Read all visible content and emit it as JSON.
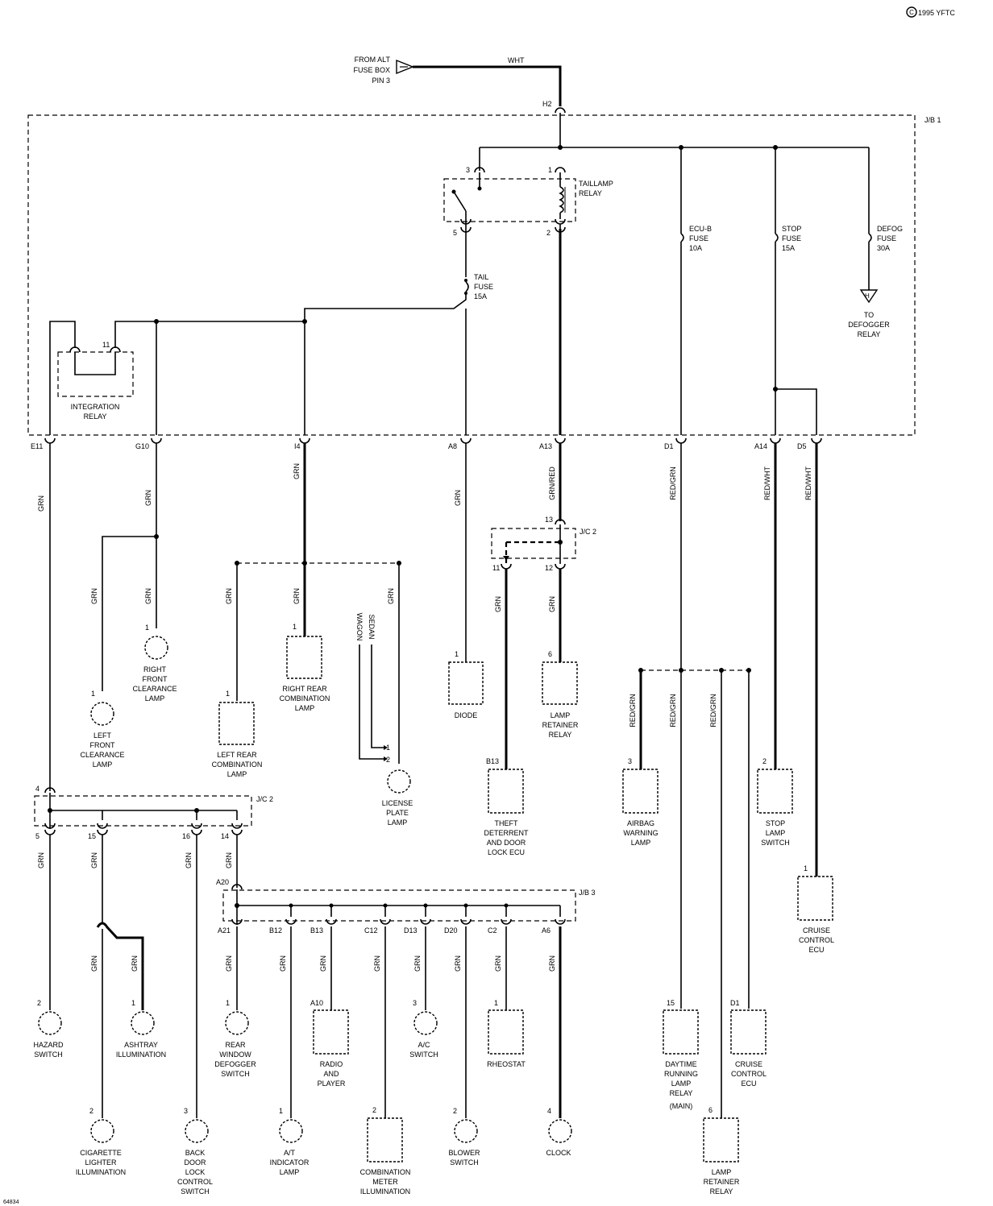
{
  "copyright": "1995 YFTC",
  "figure_id": "64834",
  "source": {
    "lines": [
      "FROM ALT",
      "FUSE BOX",
      "PIN 3"
    ],
    "wire": "WHT",
    "pin": "H2"
  },
  "jb1": "J/B 1",
  "jc2_top": "J/C 2",
  "jc2_left": "J/C 2",
  "jb3": "J/B 3",
  "taillamp_relay": {
    "lines": [
      "TAILLAMP",
      "RELAY"
    ],
    "pin3": "3",
    "pin1": "1",
    "pin5": "5",
    "pin2": "2"
  },
  "fuses": {
    "tail": [
      "TAIL",
      "FUSE",
      "15A"
    ],
    "ecu_b": [
      "ECU-B",
      "FUSE",
      "10A"
    ],
    "stop": [
      "STOP",
      "FUSE",
      "15A"
    ],
    "defog": [
      "DEFOG",
      "FUSE",
      "30A"
    ]
  },
  "to_defogger": {
    "lines": [
      "TO",
      "DEFOGGER",
      "RELAY"
    ],
    "pin": "H"
  },
  "integration_relay": {
    "lines": [
      "INTEGRATION",
      "RELAY"
    ],
    "pin": "11"
  },
  "jb1_pins": [
    "E11",
    "G10",
    "I4",
    "A8",
    "A13",
    "D1",
    "A14",
    "D5"
  ],
  "wires": {
    "grn": "GRN",
    "grn_red": "GRN/RED",
    "red_grn": "RED/GRN",
    "red_wht": "RED/WHT",
    "wagon": "WAGON",
    "sedan": "SEDAN"
  },
  "jc2_top_pins": [
    "13",
    "11",
    "12"
  ],
  "jc2_left_pins": [
    "4",
    "5",
    "15",
    "16",
    "14"
  ],
  "jb3_pins": [
    "A20",
    "A21",
    "B12",
    "B13",
    "C12",
    "D13",
    "D20",
    "C2",
    "A6"
  ],
  "components": {
    "right_front_clearance": {
      "pin": "1",
      "lines": [
        "RIGHT",
        "FRONT",
        "CLEARANCE",
        "LAMP"
      ]
    },
    "left_front_clearance": {
      "pin": "1",
      "lines": [
        "LEFT",
        "FRONT",
        "CLEARANCE",
        "LAMP"
      ]
    },
    "right_rear_combination": {
      "pin": "1",
      "lines": [
        "RIGHT REAR",
        "COMBINATION",
        "LAMP"
      ]
    },
    "left_rear_combination": {
      "pin": "1",
      "lines": [
        "LEFT REAR",
        "COMBINATION",
        "LAMP"
      ]
    },
    "license_plate": {
      "pin_wagon": "1",
      "pin_sedan": "2",
      "lines": [
        "LICENSE",
        "PLATE",
        "LAMP"
      ]
    },
    "diode": {
      "pin": "1",
      "lines": [
        "DIODE"
      ]
    },
    "lamp_retainer_relay_top": {
      "pin": "6",
      "lines": [
        "LAMP",
        "RETAINER",
        "RELAY"
      ]
    },
    "theft_deterrent": {
      "pin": "B13",
      "lines": [
        "THEFT",
        "DETERRENT",
        "AND DOOR",
        "LOCK ECU"
      ]
    },
    "airbag_warning": {
      "pin": "3",
      "lines": [
        "AIRBAG",
        "WARNING",
        "LAMP"
      ]
    },
    "stop_lamp_switch": {
      "pin": "2",
      "lines": [
        "STOP",
        "LAMP",
        "SWITCH"
      ]
    },
    "cruise_control_ecu_1": {
      "pin": "1",
      "lines": [
        "CRUISE",
        "CONTROL",
        "ECU"
      ]
    },
    "hazard_switch": {
      "pin": "2",
      "lines": [
        "HAZARD",
        "SWITCH"
      ]
    },
    "ashtray": {
      "pin": "1",
      "lines": [
        "ASHTRAY",
        "ILLUMINATION"
      ]
    },
    "rear_window_defogger": {
      "pin": "1",
      "lines": [
        "REAR",
        "WINDOW",
        "DEFOGGER",
        "SWITCH"
      ]
    },
    "radio": {
      "pin": "A10",
      "lines": [
        "RADIO",
        "AND",
        "PLAYER"
      ]
    },
    "ac_switch": {
      "pin": "3",
      "lines": [
        "A/C",
        "SWITCH"
      ]
    },
    "rheostat": {
      "pin": "1",
      "lines": [
        "RHEOSTAT"
      ]
    },
    "daytime_running": {
      "pin": "15",
      "lines": [
        "DAYTIME",
        "RUNNING",
        "LAMP",
        "RELAY",
        "(MAIN)"
      ]
    },
    "cruise_control_ecu_2": {
      "pin": "D1",
      "lines": [
        "CRUISE",
        "CONTROL",
        "ECU"
      ]
    },
    "lamp_retainer_relay_bottom": {
      "pin": "6",
      "lines": [
        "LAMP",
        "RETAINER",
        "RELAY"
      ]
    },
    "cigarette_lighter": {
      "pin": "2",
      "lines": [
        "CIGARETTE",
        "LIGHTER",
        "ILLUMINATION"
      ]
    },
    "back_door_lock": {
      "pin": "3",
      "lines": [
        "BACK",
        "DOOR",
        "LOCK",
        "CONTROL",
        "SWITCH"
      ]
    },
    "at_indicator": {
      "pin": "1",
      "lines": [
        "A/T",
        "INDICATOR",
        "LAMP"
      ]
    },
    "combination_meter": {
      "pin": "2",
      "lines": [
        "COMBINATION",
        "METER",
        "ILLUMINATION"
      ]
    },
    "blower_switch": {
      "pin": "2",
      "lines": [
        "BLOWER",
        "SWITCH"
      ]
    },
    "clock": {
      "pin": "4",
      "lines": [
        "CLOCK"
      ]
    }
  }
}
